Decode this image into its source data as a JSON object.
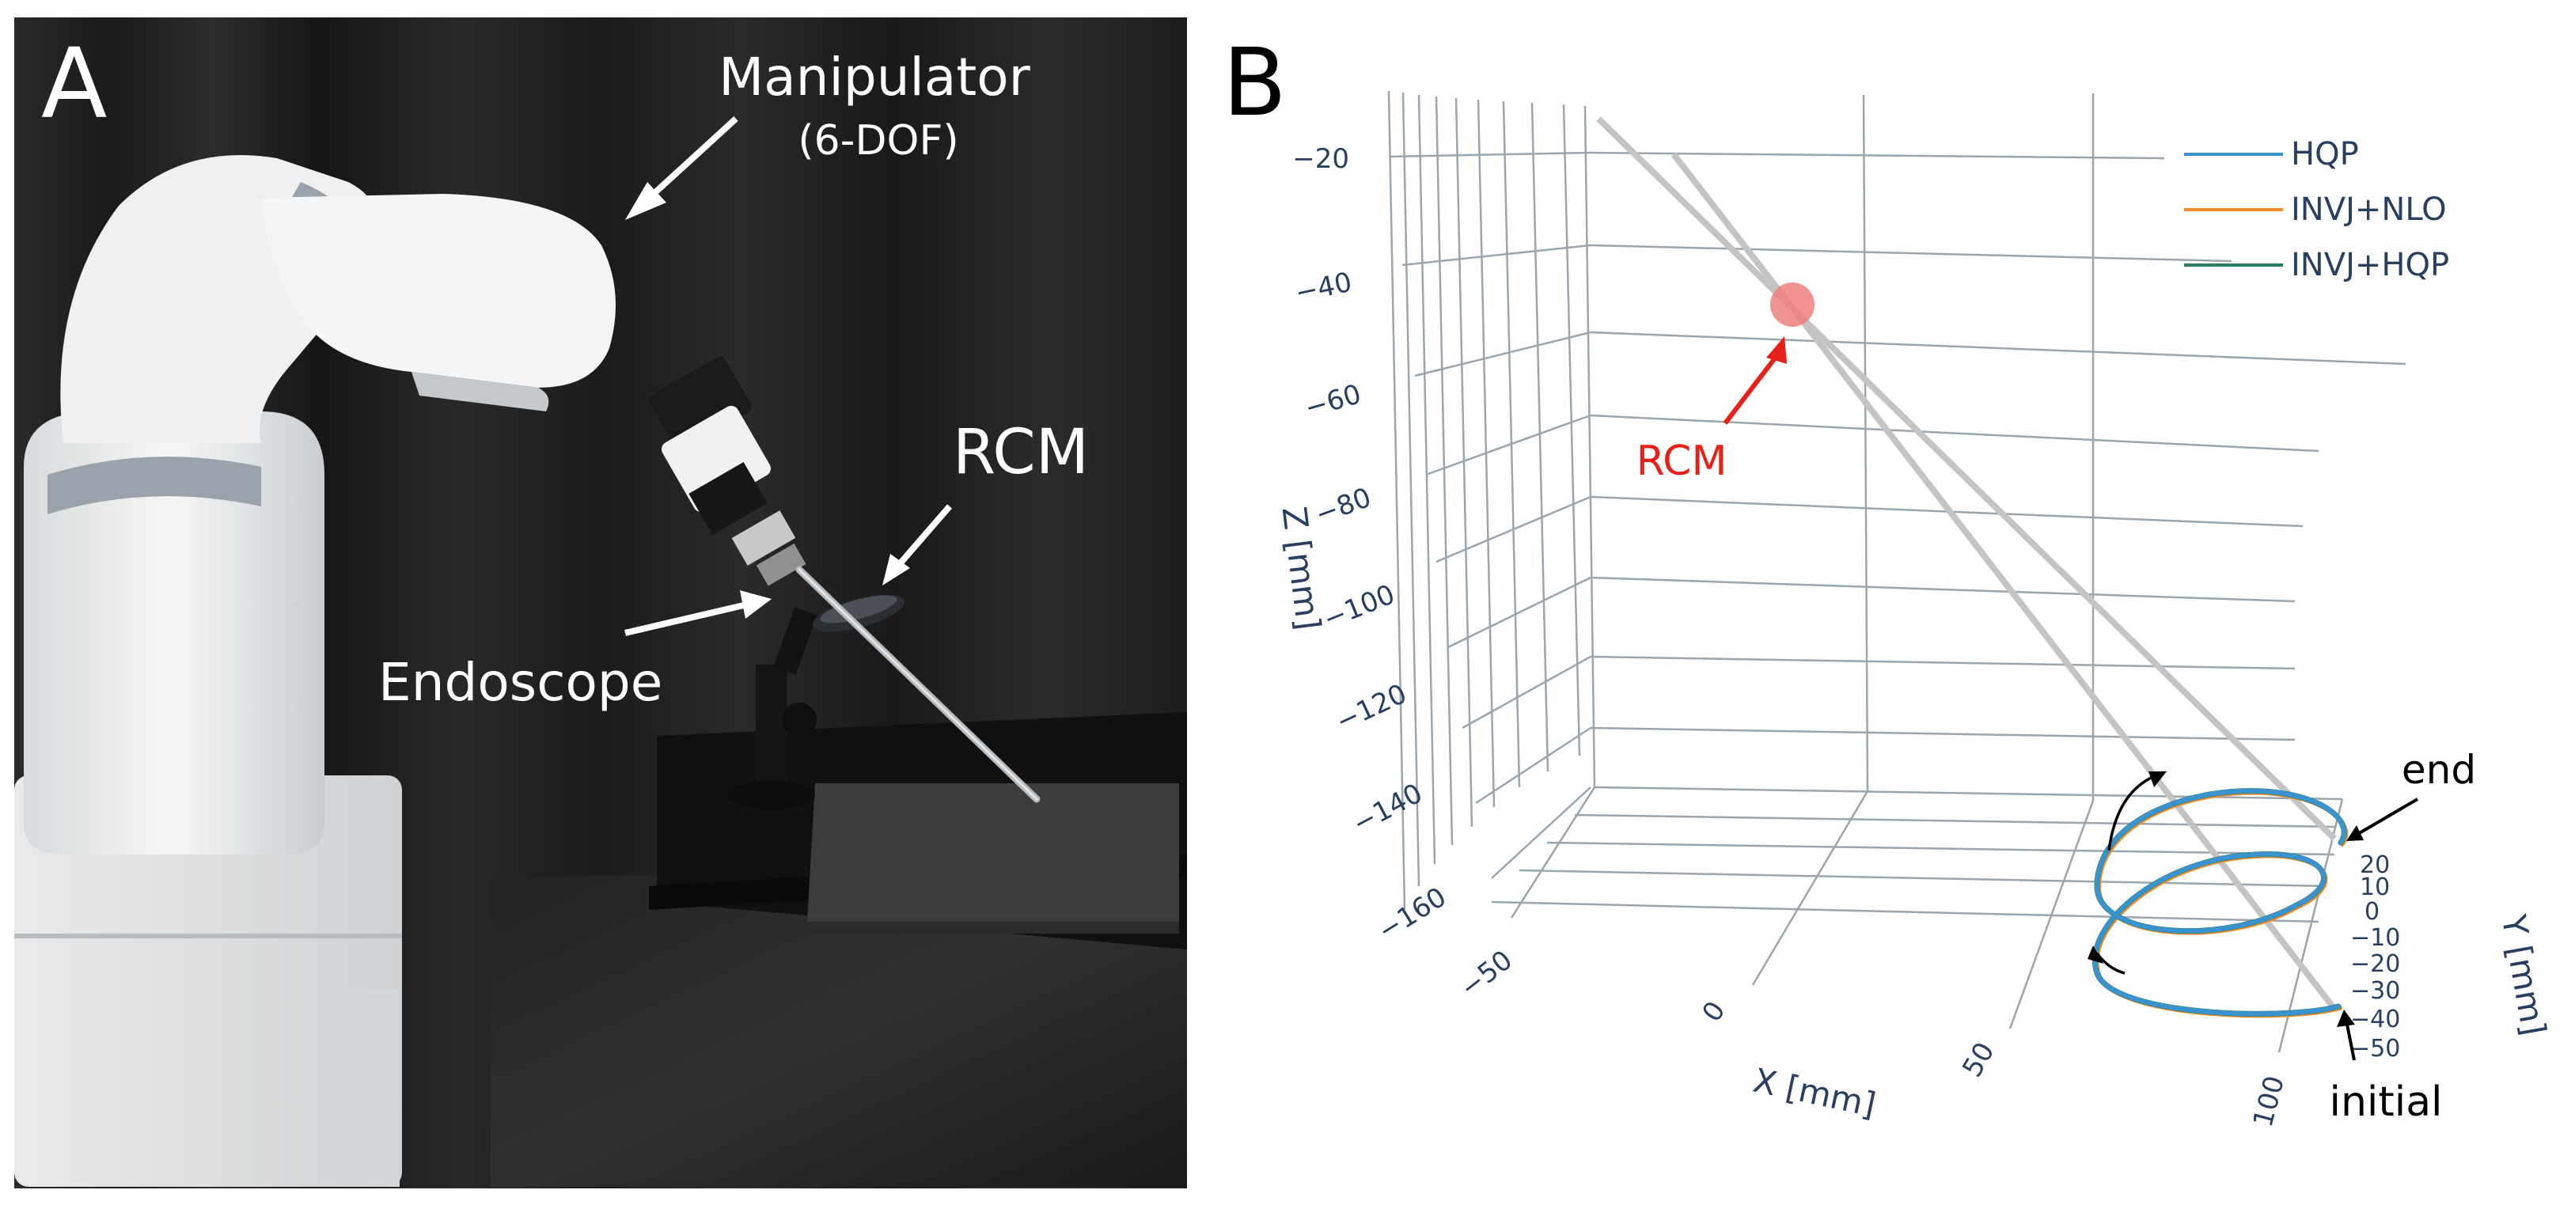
{
  "panel_a": {
    "letter": "A",
    "annotations": {
      "manipulator": "Manipulator",
      "manipulator_sub": "(6-DOF)",
      "rcm": "RCM",
      "endoscope": "Endoscope"
    }
  },
  "panel_b": {
    "letter": "B",
    "legend": [
      "HQP",
      "INVJ+NLO",
      "INVJ+HQP"
    ],
    "series_colors": {
      "HQP": "#3a86c8",
      "INVJ+NLO": "#f28e2b",
      "INVJ+HQP": "#2a7f62"
    },
    "rcm_label": "RCM",
    "rcm_color": "#e8201a",
    "end_label": "end",
    "initial_label": "initial",
    "z_axis": {
      "label": "Z [mm]",
      "ticks": [
        "−20",
        "−40",
        "−60",
        "−80",
        "−100",
        "−120",
        "−140",
        "−160"
      ]
    },
    "x_axis": {
      "label": "X [mm]",
      "ticks": [
        "−50",
        "0",
        "50",
        "100"
      ]
    },
    "y_axis": {
      "label": "Y [mm]",
      "ticks": [
        "20",
        "10",
        "0",
        "−10",
        "−20",
        "−30",
        "−40",
        "−50"
      ]
    }
  },
  "chart_data": {
    "type": "line",
    "projection": "3d",
    "series": [
      {
        "name": "HQP"
      },
      {
        "name": "INVJ+NLO"
      },
      {
        "name": "INVJ+HQP"
      }
    ],
    "xlabel": "X [mm]",
    "ylabel": "Y [mm]",
    "zlabel": "Z [mm]",
    "x_ticks": [
      -50,
      0,
      50,
      100
    ],
    "y_ticks": [
      20,
      10,
      0,
      -10,
      -20,
      -30,
      -40,
      -50
    ],
    "z_ticks": [
      -20,
      -40,
      -60,
      -80,
      -100,
      -120,
      -140,
      -160
    ],
    "grid": true,
    "legend_position": "top-right"
  }
}
